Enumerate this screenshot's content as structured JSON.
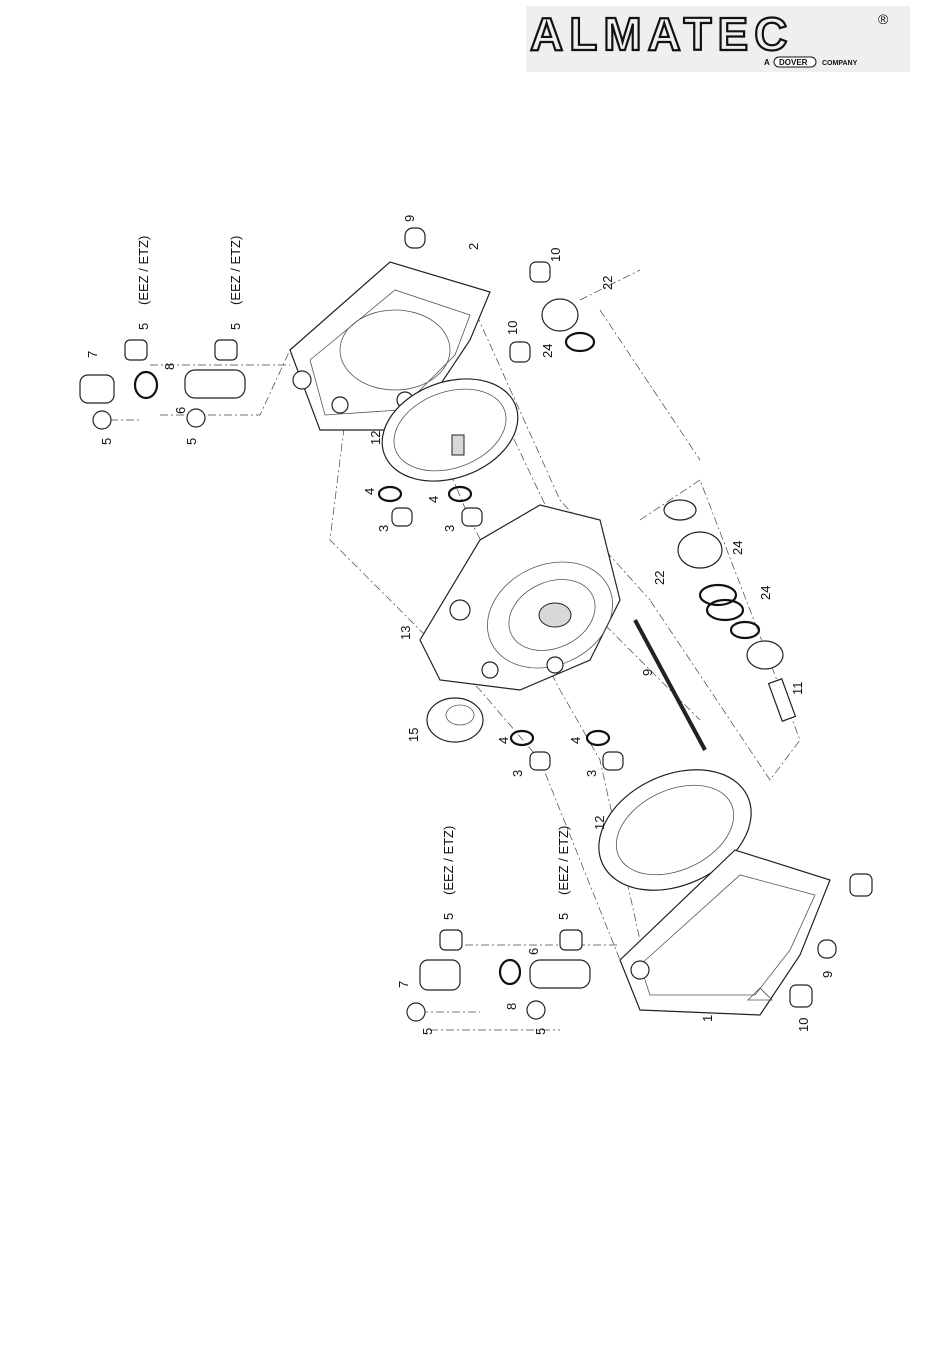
{
  "brand": {
    "name": "ALMATEC",
    "registered": "®",
    "tagline_prefix": "A",
    "tagline_brand": "DOVER",
    "tagline_suffix": "COMPANY"
  },
  "callouts": {
    "n1": "1",
    "n2": "2",
    "n3": "3",
    "n4": "4",
    "n5": "5",
    "n6": "6",
    "n7": "7",
    "n8": "8",
    "n9": "9",
    "n10": "10",
    "n11": "11",
    "n12": "12",
    "n13": "13",
    "n15": "15",
    "n22": "22",
    "n24": "24",
    "variant": "(EEZ / ETZ)"
  }
}
